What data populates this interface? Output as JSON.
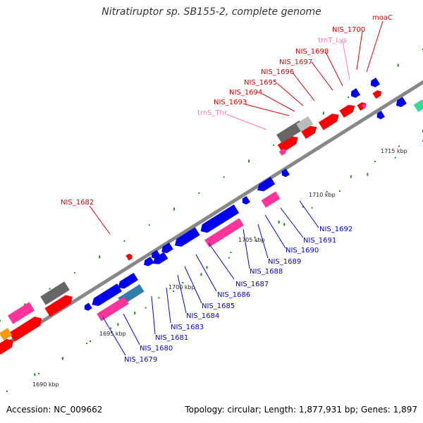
{
  "title": "Nitratiruptor sp. SB155-2, complete genome",
  "footer": {
    "accession": "Accession: NC_009662",
    "topology": "Topology: circular; Length: 1,877,931 bp; Genes: 1,897"
  },
  "colors": {
    "backbone": "#888888",
    "cds_forward": "#ff0000",
    "cds_reverse": "#0000ee",
    "rna": "#ff3399",
    "other": "#666666",
    "other_light": "#bbbbbb",
    "teal": "#2f7fae",
    "green_marker": "#228b22",
    "mint": "#33dd99",
    "orange": "#ff9900",
    "label_red": "#dd0000",
    "label_pink": "#ff77bb",
    "label_blue": "#0000dd"
  },
  "tick_labels": [
    "1690 kbp",
    "1695 kbp",
    "1700 kbp",
    "1705 kbp",
    "1710 kbp",
    "1715 kbp"
  ],
  "gene_labels": {
    "top": [
      "moaC",
      "NIS_1700",
      "trnT_Lys",
      "NIS_1698",
      "NIS_1697",
      "NIS_1696",
      "NIS_1695",
      "NIS_1694",
      "NIS_1693",
      "trnS_Thr",
      "NIS_1682"
    ],
    "bottom": [
      "NIS_1692",
      "NIS_1691",
      "NIS_1690",
      "NIS_1689",
      "NIS_1688",
      "NIS_1687",
      "NIS_1686",
      "NIS_1685",
      "NIS_1684",
      "NIS_1683",
      "NIS_1681",
      "NIS_1680",
      "NIS_1679"
    ]
  }
}
